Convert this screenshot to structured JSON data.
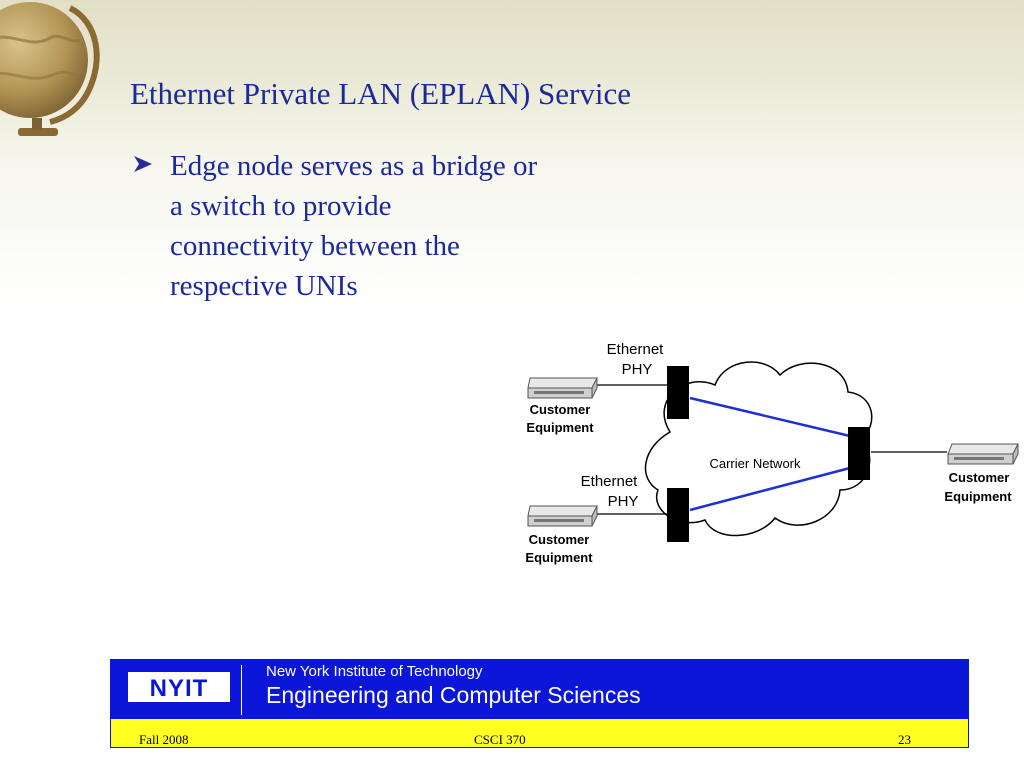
{
  "slide": {
    "title": "Ethernet Private LAN (EPLAN) Service",
    "bullet": "Edge node serves as a bridge or a switch to provide connectivity between the respective UNIs"
  },
  "diagram": {
    "top_phy_label_1": "Ethernet",
    "top_phy_label_2": "PHY",
    "bottom_phy_label_1": "Ethernet",
    "bottom_phy_label_2": "PHY",
    "cloud_label": "Carrier Network",
    "customer_top_1": "Customer",
    "customer_top_2": "Equipment",
    "customer_bottom_1": "Customer",
    "customer_bottom_2": "Equipment",
    "customer_right_1": "Customer",
    "customer_right_2": "Equipment",
    "link_color": "#1f2fd6"
  },
  "footer": {
    "logo": "NYIT",
    "institute": "New York Institute of Technology",
    "school": "Engineering and Computer Sciences",
    "term": "Fall 2008",
    "course": "CSCI 370",
    "page": "23"
  },
  "colors": {
    "title": "#1a2a9c",
    "footer_blue": "#0b16d8",
    "footer_yellow": "#ffff21",
    "bullet_arrow": "#2a2a9a"
  }
}
